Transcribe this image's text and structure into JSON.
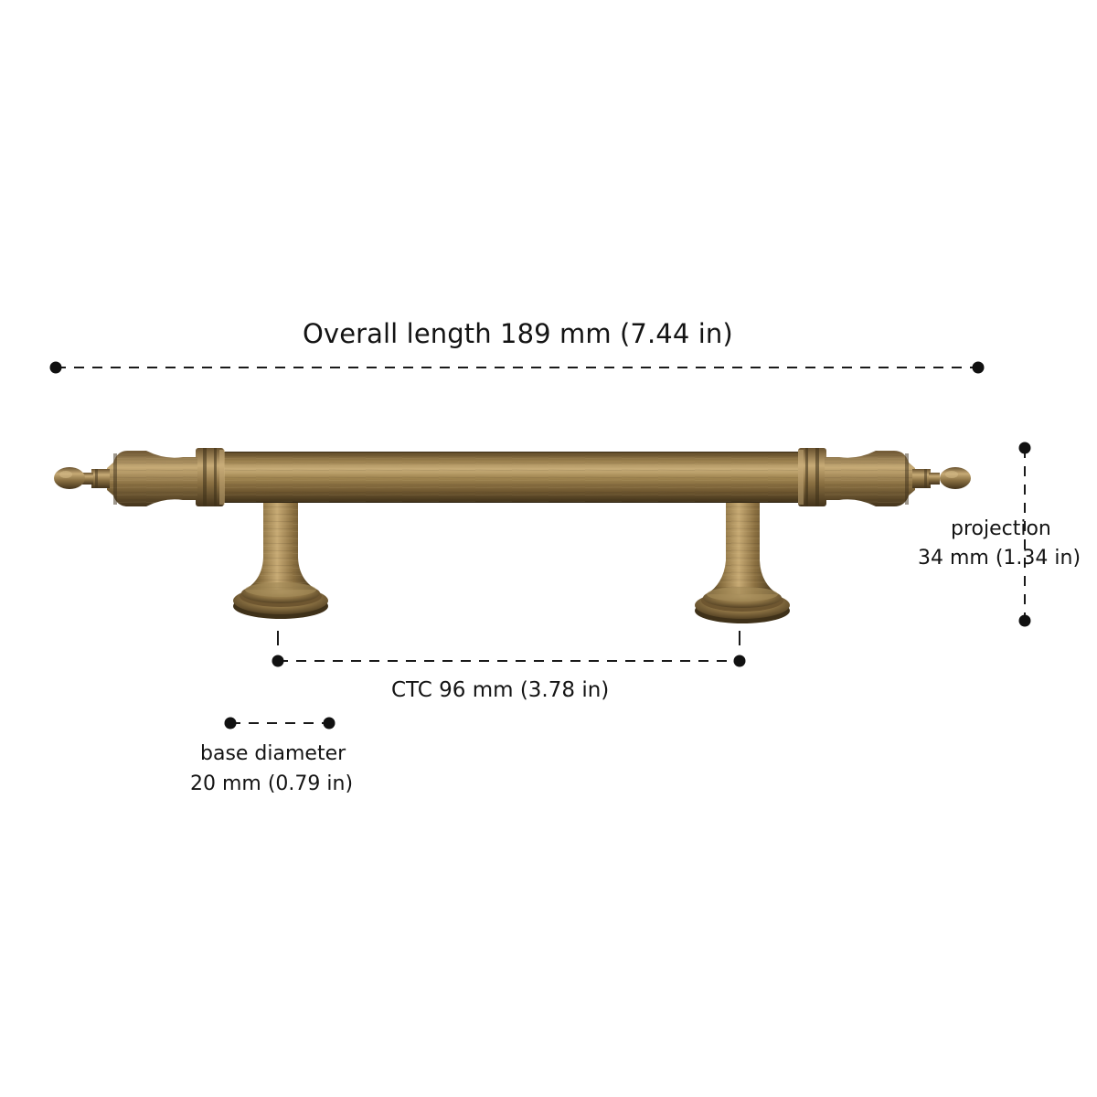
{
  "dimensions": {
    "overall_length": {
      "label": "Overall length 189 mm (7.44 in)"
    },
    "projection": {
      "label_line1": "projection",
      "label_line2": "34 mm (1.34 in)"
    },
    "ctc": {
      "label": "CTC 96 mm (3.78 in)"
    },
    "base_diameter": {
      "label_line1": "base diameter",
      "label_line2": "20 mm (0.79 in)"
    }
  },
  "product": {
    "icon": "cabinet-pull-handle-icon",
    "finish_color": "#8a7040",
    "highlight_color": "#c6aa72",
    "shadow_color": "#4e3c1f"
  },
  "colors": {
    "background": "#ffffff",
    "text": "#141414",
    "dimension_line": "#1a1a1a"
  }
}
